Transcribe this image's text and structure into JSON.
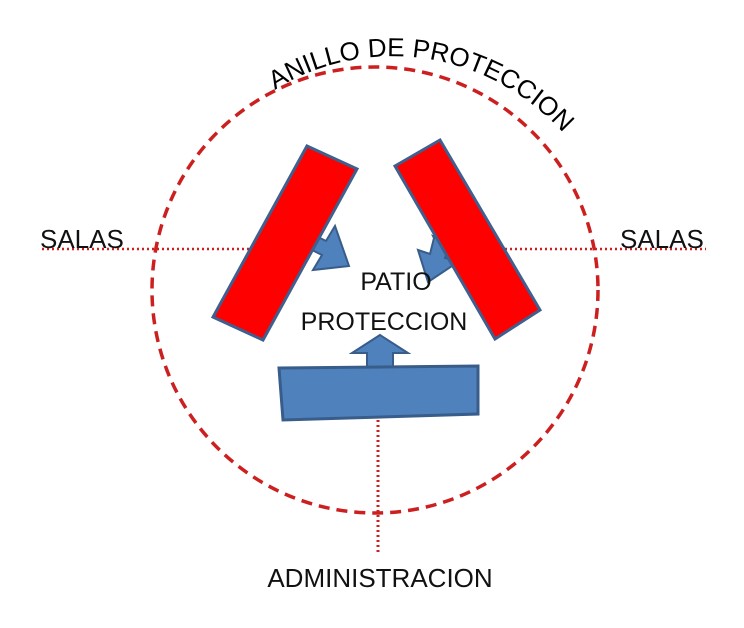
{
  "labels": {
    "ring": "ANILLO DE PROTECCION",
    "salas_left": "SALAS",
    "salas_right": "SALAS",
    "patio_line1": "PATIO",
    "patio_line2": "PROTECCION",
    "administracion": "ADMINISTRACION"
  },
  "colors": {
    "ring": "#cc1f1f",
    "building_fill": "#ff0000",
    "building_stroke": "#3f5f8f",
    "arrow_fill": "#4f81bd",
    "arrow_stroke": "#385d8a",
    "admin_fill": "#4f81bd",
    "admin_stroke": "#385d8a"
  }
}
